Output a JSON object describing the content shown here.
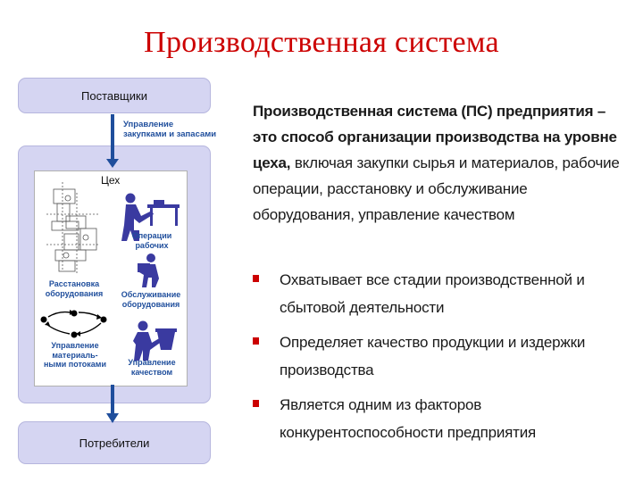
{
  "slide": {
    "title": "Производственная система"
  },
  "diagram": {
    "suppliers": "Поставщики",
    "consumers": "Потребители",
    "workshop": "Цех",
    "supply_flow": {
      "line1": "Управление",
      "line2": "закупками и запасами"
    },
    "captions": {
      "operations": {
        "line1": "Операции",
        "line2": "рабочих"
      },
      "layout": {
        "line1": "Расстановка",
        "line2": "оборудования"
      },
      "service": {
        "line1": "Обслуживание",
        "line2": "оборудования"
      },
      "flows": {
        "line1": "Управление",
        "line2": "материаль-",
        "line3": "ными потоками"
      },
      "quality": {
        "line1": "Управление",
        "line2": "качеством"
      }
    },
    "colors": {
      "box_fill": "#d5d5f2",
      "arrow": "#1f4e9c",
      "caption": "#1f4e9c",
      "figure": "#3a3aa0"
    }
  },
  "text": {
    "definition_bold": "Производственная система (ПС) предприятия – это способ организации производства на уровне цеха,",
    "definition_rest": " включая закупки сырья и материалов, рабочие операции, расстановку и обслуживание оборудования, управление качеством",
    "bullets": [
      "Охватывает все стадии производственной и сбытовой деятельности",
      "Определяет качество продукции и издержки производства",
      "Является одним из факторов конкурентоспособности предприятия"
    ],
    "bullet_color": "#cc0000"
  }
}
